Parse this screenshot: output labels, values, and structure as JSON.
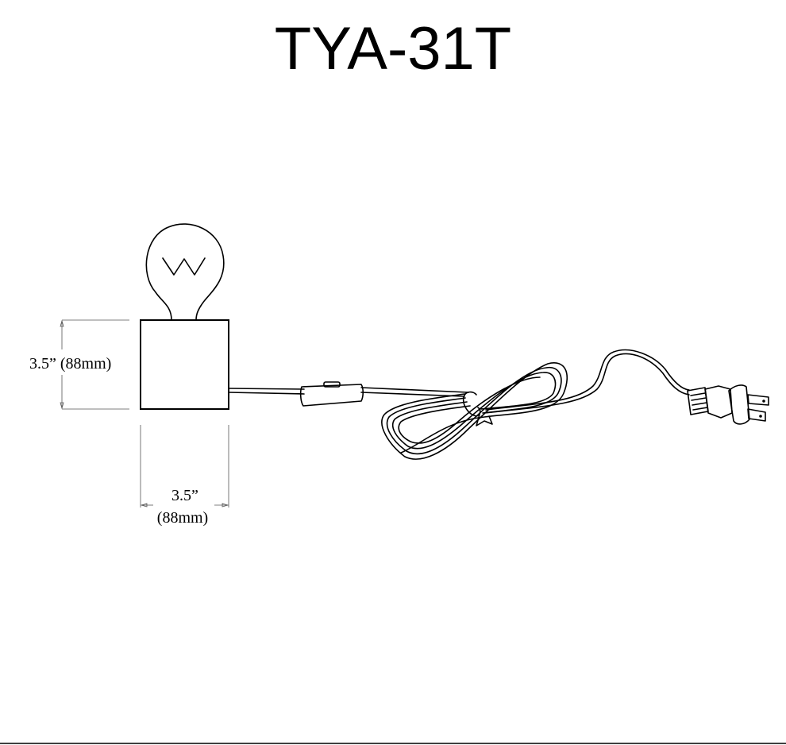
{
  "title": "TYA-31T",
  "dimensions": {
    "height_label": "3.5” (88mm)",
    "width_label_in": "3.5”",
    "width_label_mm": "(88mm)"
  }
}
